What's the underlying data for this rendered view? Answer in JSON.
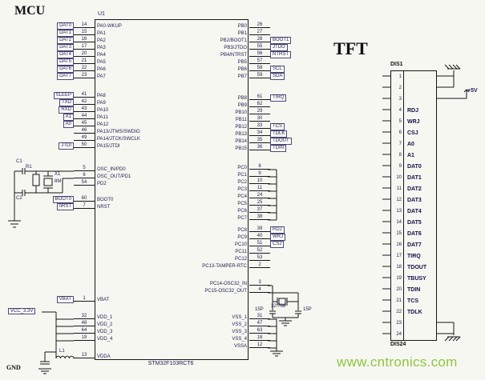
{
  "titles": {
    "mcu": "MCU",
    "tft": "TFT"
  },
  "ic": {
    "ref": "U1",
    "part": "STM32F103RCT6"
  },
  "mcu_pins": {
    "pa_low": [
      {
        "num": "14",
        "name": "PA0-WKUP",
        "ext": "DAT0"
      },
      {
        "num": "15",
        "name": "PA1",
        "ext": "DAT1"
      },
      {
        "num": "16",
        "name": "PA2",
        "ext": "DAT2"
      },
      {
        "num": "17",
        "name": "PA3",
        "ext": "DAT3"
      },
      {
        "num": "20",
        "name": "PA4",
        "ext": "DAT4"
      },
      {
        "num": "21",
        "name": "PA5",
        "ext": "DAT5"
      },
      {
        "num": "22",
        "name": "PA6",
        "ext": "DAT6"
      },
      {
        "num": "23",
        "name": "PA7",
        "ext": "DAT7"
      }
    ],
    "pa_high": [
      {
        "num": "41",
        "name": "PA8",
        "ext": "SLEEP"
      },
      {
        "num": "42",
        "name": "PA9",
        "ext": "TXD"
      },
      {
        "num": "43",
        "name": "PA10",
        "ext": "RXD"
      },
      {
        "num": "44",
        "name": "PA11",
        "ext": "A1"
      },
      {
        "num": "45",
        "name": "PA12",
        "ext": "A0"
      },
      {
        "num": "46",
        "name": "PA13/JTMS/SWDIO",
        "ext": ""
      },
      {
        "num": "49",
        "name": "PA14/JTCK/SWCLK",
        "ext": ""
      },
      {
        "num": "50",
        "name": "PA15/JTDI",
        "ext": "JTDI"
      }
    ],
    "osc": [
      {
        "num": "5",
        "name": "OSC_IN/PD0",
        "ext": ""
      },
      {
        "num": "6",
        "name": "OSC_OUT/PD1",
        "ext": ""
      },
      {
        "num": "54",
        "name": "PD2",
        "ext": ""
      }
    ],
    "boot": [
      {
        "num": "60",
        "name": "BOOT0",
        "ext": "BOOT0"
      },
      {
        "num": "7",
        "name": "NRST",
        "ext": "nRST"
      }
    ],
    "vbat": [
      {
        "num": "1",
        "name": "VBAT",
        "ext": "VBAT"
      }
    ],
    "vdd": [
      {
        "num": "32",
        "name": "VDD_1",
        "ext": ""
      },
      {
        "num": "48",
        "name": "VDD_2",
        "ext": ""
      },
      {
        "num": "64",
        "name": "VDD_3",
        "ext": ""
      },
      {
        "num": "19",
        "name": "VDD_4",
        "ext": ""
      }
    ],
    "vdda": [
      {
        "num": "13",
        "name": "VDDA",
        "ext": ""
      }
    ],
    "pb_low": [
      {
        "num": "26",
        "name": "PB0",
        "ext": ""
      },
      {
        "num": "27",
        "name": "PB1",
        "ext": ""
      },
      {
        "num": "28",
        "name": "PB2/BOOT1",
        "ext": "BOOT1"
      },
      {
        "num": "55",
        "name": "PB3/JTDO",
        "ext": "JTDO"
      },
      {
        "num": "56",
        "name": "PB4/NTRST",
        "ext": "NTRST"
      },
      {
        "num": "57",
        "name": "PB5",
        "ext": ""
      },
      {
        "num": "58",
        "name": "PB6",
        "ext": "SCL"
      },
      {
        "num": "59",
        "name": "PB7",
        "ext": "SDA"
      }
    ],
    "pb_high": [
      {
        "num": "61",
        "name": "PB8",
        "ext": "TIRQ"
      },
      {
        "num": "62",
        "name": "PB9",
        "ext": ""
      },
      {
        "num": "29",
        "name": "PB10",
        "ext": ""
      },
      {
        "num": "30",
        "name": "PB11",
        "ext": ""
      },
      {
        "num": "33",
        "name": "PB12",
        "ext": "TCS"
      },
      {
        "num": "34",
        "name": "PB13",
        "ext": "TDLK"
      },
      {
        "num": "35",
        "name": "PB14",
        "ext": "TDOUT"
      },
      {
        "num": "36",
        "name": "PB15",
        "ext": "TDIN"
      }
    ],
    "pc_low": [
      {
        "num": "8",
        "name": "PC0",
        "ext": ""
      },
      {
        "num": "9",
        "name": "PC1",
        "ext": ""
      },
      {
        "num": "10",
        "name": "PC2",
        "ext": ""
      },
      {
        "num": "11",
        "name": "PC3",
        "ext": ""
      },
      {
        "num": "24",
        "name": "PC4",
        "ext": ""
      },
      {
        "num": "25",
        "name": "PC5",
        "ext": ""
      },
      {
        "num": "37",
        "name": "PC6",
        "ext": ""
      },
      {
        "num": "38",
        "name": "PC7",
        "ext": ""
      }
    ],
    "pc_high": [
      {
        "num": "39",
        "name": "PC8",
        "ext": "RDJ"
      },
      {
        "num": "40",
        "name": "PC9",
        "ext": "WRJ"
      },
      {
        "num": "51",
        "name": "PC10",
        "ext": "CSJ"
      },
      {
        "num": "52",
        "name": "PC11",
        "ext": ""
      },
      {
        "num": "53",
        "name": "PC12",
        "ext": ""
      },
      {
        "num": "2",
        "name": "PC13-TAMPER-RTC",
        "ext": ""
      }
    ],
    "pc_osc32": [
      {
        "num": "3",
        "name": "PC14-OSC32_IN",
        "ext": ""
      },
      {
        "num": "4",
        "name": "PC15-OSC32_OUT",
        "ext": ""
      }
    ],
    "vss": [
      {
        "num": "31",
        "name": "VSS_1",
        "ext": ""
      },
      {
        "num": "47",
        "name": "VSS_2",
        "ext": ""
      },
      {
        "num": "63",
        "name": "VSS_3",
        "ext": ""
      },
      {
        "num": "18",
        "name": "VSS_4",
        "ext": ""
      },
      {
        "num": "12",
        "name": "VSSA",
        "ext": ""
      }
    ]
  },
  "components": {
    "c1": "C1",
    "c2": "C2",
    "r1": "R1",
    "x1": "X1",
    "x1_val": "8M",
    "l1": "L1",
    "xtal32": "32.768",
    "cap32_a": "15P",
    "cap32_b": "15P",
    "vcc": "VCC_3.3V",
    "gnd": "GND",
    "plus5": "+5V"
  },
  "tft": {
    "ref_top": "DIS1",
    "ref_bottom": "DIS24",
    "pins": [
      {
        "num": "1",
        "label": ""
      },
      {
        "num": "2",
        "label": ""
      },
      {
        "num": "3",
        "label": ""
      },
      {
        "num": "4",
        "label": "RDJ"
      },
      {
        "num": "5",
        "label": "WRJ"
      },
      {
        "num": "6",
        "label": "CSJ"
      },
      {
        "num": "7",
        "label": "A0"
      },
      {
        "num": "8",
        "label": "A1"
      },
      {
        "num": "9",
        "label": "DAT0"
      },
      {
        "num": "10",
        "label": "DAT1"
      },
      {
        "num": "11",
        "label": "DAT2"
      },
      {
        "num": "12",
        "label": "DAT3"
      },
      {
        "num": "13",
        "label": "DAT4"
      },
      {
        "num": "14",
        "label": "DAT5"
      },
      {
        "num": "15",
        "label": "DAT6"
      },
      {
        "num": "16",
        "label": "DAT7"
      },
      {
        "num": "17",
        "label": "TIRQ"
      },
      {
        "num": "18",
        "label": "TDOUT"
      },
      {
        "num": "19",
        "label": "TBUSY"
      },
      {
        "num": "20",
        "label": "TDIN"
      },
      {
        "num": "21",
        "label": "TCS"
      },
      {
        "num": "22",
        "label": "TDLK"
      },
      {
        "num": "23",
        "label": ""
      },
      {
        "num": "24",
        "label": ""
      }
    ]
  },
  "watermark": {
    "text": "www.cntronics.com"
  },
  "colors": {
    "line": "#161616",
    "label_text": "#1c1c52",
    "watermark_green": "#8cc63e"
  }
}
